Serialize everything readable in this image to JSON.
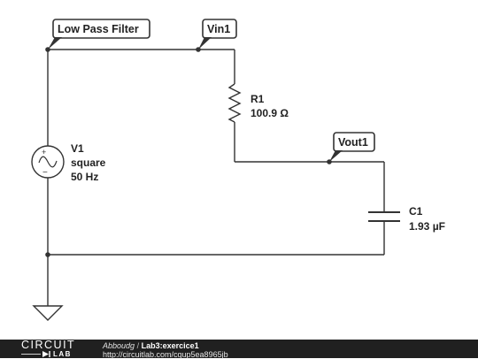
{
  "circuit": {
    "nodes": {
      "low_pass": "Low Pass Filter",
      "vin": "Vin1",
      "vout": "Vout1"
    },
    "components": {
      "r1": {
        "name": "R1",
        "value": "100.9 Ω"
      },
      "c1": {
        "name": "C1",
        "value": "1.93 µF"
      },
      "v1": {
        "name": "V1",
        "type": "square",
        "frequency": "50 Hz"
      }
    }
  },
  "footer": {
    "logo_top": "CIRCUIT",
    "logo_bottom": "LAB",
    "author": "Abboudg",
    "separator": "/",
    "title": "Lab3:exercice1",
    "url": "http://circuitlab.com/cqup5ea8965jb"
  },
  "colors": {
    "wire": "#333333",
    "footer_bg": "#202020"
  }
}
